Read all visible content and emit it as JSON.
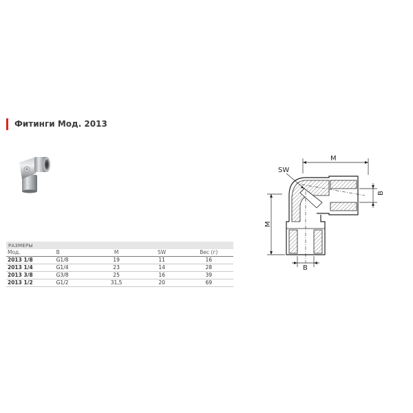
{
  "heading": {
    "title": "Фитинги Мод. 2013"
  },
  "drawing": {
    "label_sw": "SW",
    "label_m_top": "M",
    "label_m_left": "M",
    "label_b_right": "B",
    "label_b_bottom": "B"
  },
  "table": {
    "section": "РАЗМЕРЫ",
    "columns": [
      "Мод.",
      "B",
      "M",
      "SW",
      "Вес (г)"
    ],
    "rows": [
      [
        "2013 1/8",
        "G1/8",
        "19",
        "11",
        "16"
      ],
      [
        "2013 1/4",
        "G1/4",
        "23",
        "14",
        "28"
      ],
      [
        "2013 3/8",
        "G3/8",
        "25",
        "16",
        "39"
      ],
      [
        "2013 1/2",
        "G1/2",
        "31,5",
        "20",
        "69"
      ]
    ]
  },
  "colors": {
    "accent": "#e2231a",
    "section_bg": "#e6e6e6"
  }
}
